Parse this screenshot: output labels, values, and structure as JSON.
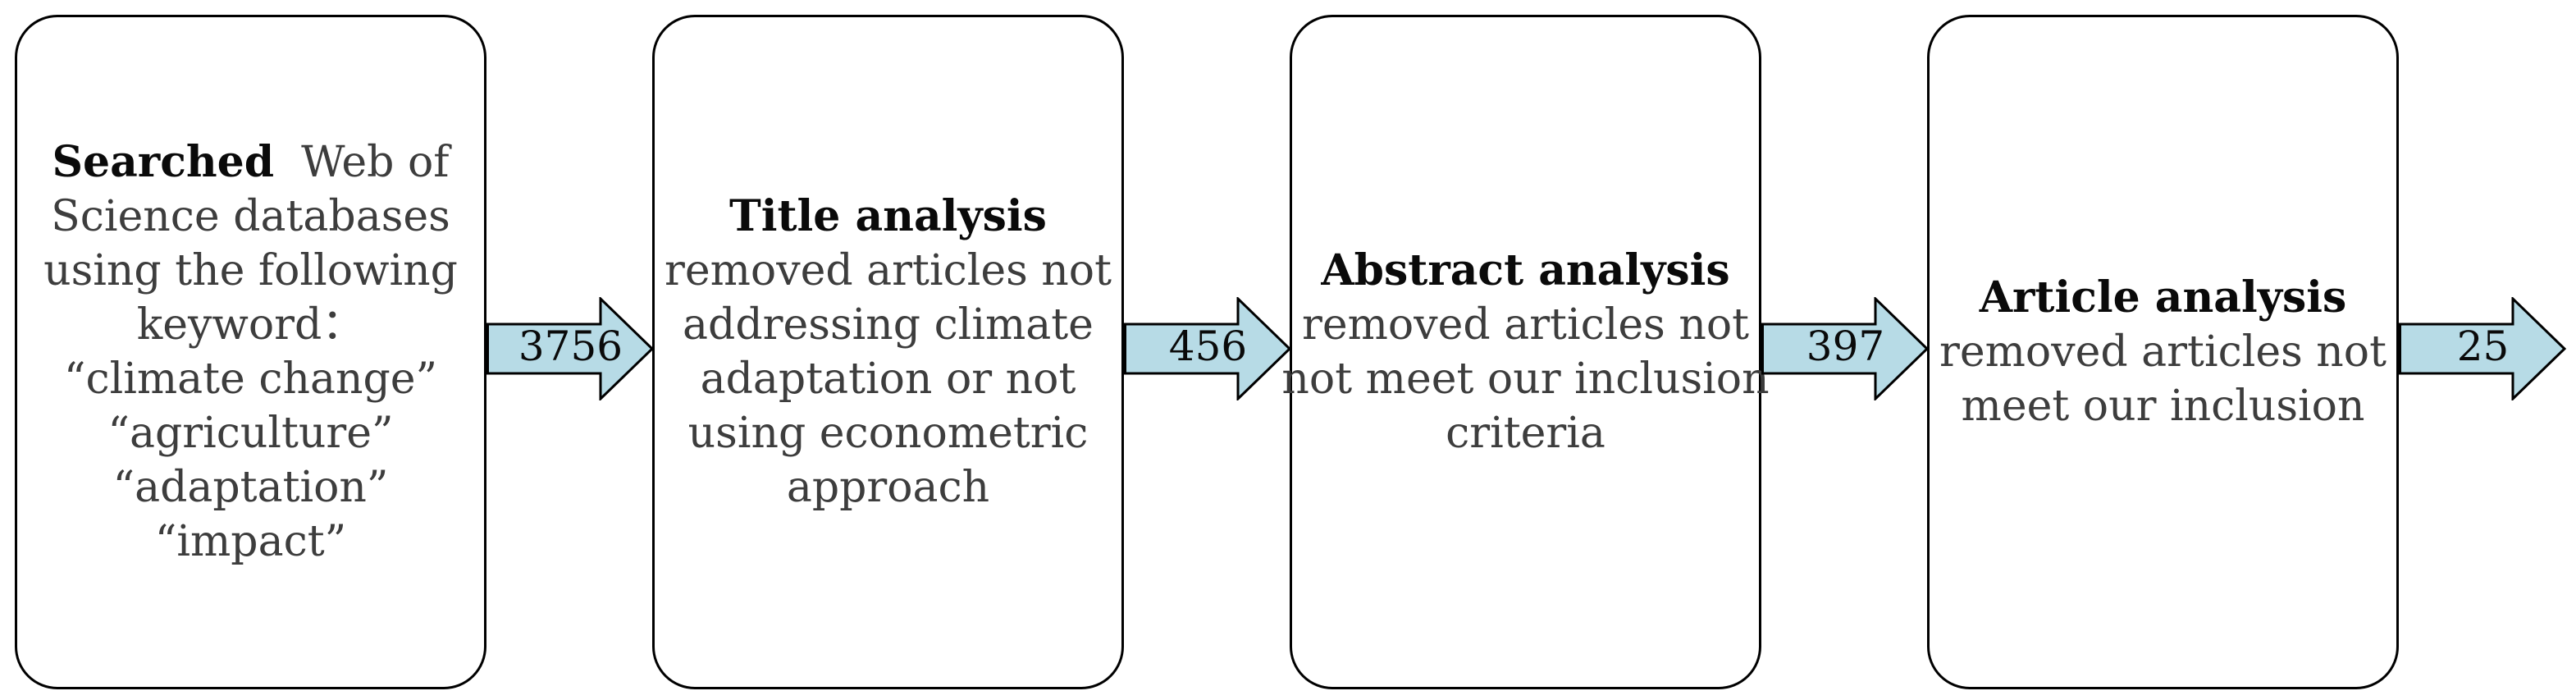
{
  "figure": {
    "background": "#ffffff",
    "box_border_color": "#000000",
    "arrow_fill": "#b7dbe6",
    "arrow_border_color": "#000000",
    "body_text_color": "#3d3d3d",
    "heading_text_color": "#0a0a0a"
  },
  "boxes": [
    {
      "heading": "Searched",
      "heading_suffix": "  Web of",
      "lines": [
        "Science databases",
        "using the following",
        "keyword：",
        "“climate change”",
        "“agriculture”",
        "“adaptation”",
        "“impact”"
      ]
    },
    {
      "heading": "Title analysis",
      "heading_suffix": "",
      "lines": [
        "removed articles not",
        "addressing climate",
        "adaptation or not",
        "using econometric",
        "approach"
      ]
    },
    {
      "heading": "Abstract analysis",
      "heading_suffix": "",
      "lines": [
        "removed articles not",
        "not meet our inclusion",
        "criteria"
      ]
    },
    {
      "heading": "Article analysis",
      "heading_suffix": "",
      "lines": [
        "removed articles not",
        "meet our inclusion"
      ]
    }
  ],
  "arrows": [
    {
      "label": "3756"
    },
    {
      "label": "456"
    },
    {
      "label": "397"
    },
    {
      "label": "25"
    }
  ]
}
